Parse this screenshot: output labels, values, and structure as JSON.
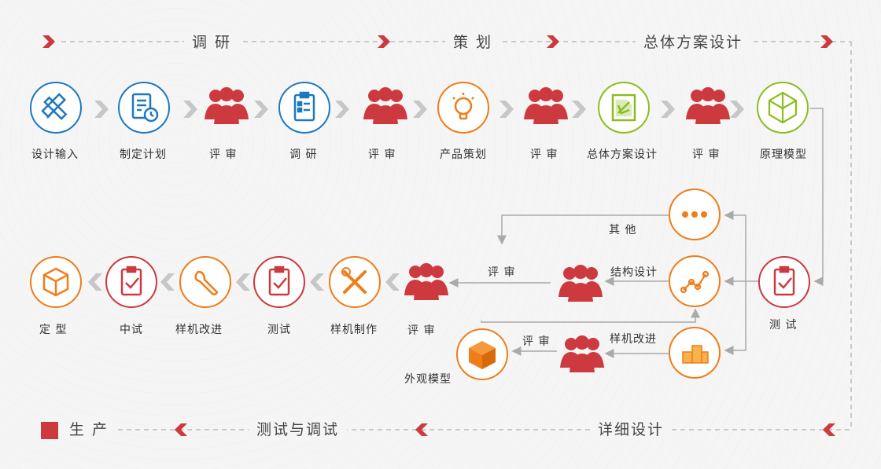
{
  "phases": {
    "research": "调 研",
    "planning": "策 划",
    "overall_design": "总体方案设计",
    "production": "生 产",
    "test_debug": "测试与调试",
    "detail_design": "详细设计"
  },
  "row1": {
    "design_input": "设计输入",
    "make_plan": "制定计划",
    "review1": "评 审",
    "research": "调 研",
    "review2": "评 审",
    "product_planning": "产品策划",
    "review3": "评 审",
    "overall_plan_design": "总体方案设计",
    "review4": "评 审",
    "principle_model": "原理模型"
  },
  "row2": {
    "finalize": "定 型",
    "pilot_test": "中试",
    "prototype_improve": "样机改进",
    "test": "测试",
    "prototype_make": "样机制作",
    "review": "评 审",
    "test_main": "测 试"
  },
  "branches": {
    "other": "其 他",
    "other_review": "评 审",
    "structure_design": "结构设计",
    "appearance_review": "评 审",
    "prototype_improve": "样机改进",
    "appearance_model": "外观模型"
  },
  "colors": {
    "blue": "#1c79c0",
    "red": "#cc3a3f",
    "orange": "#ef7d1a",
    "green": "#8cbd1e",
    "arrow_gray": "#c7c7c7"
  }
}
